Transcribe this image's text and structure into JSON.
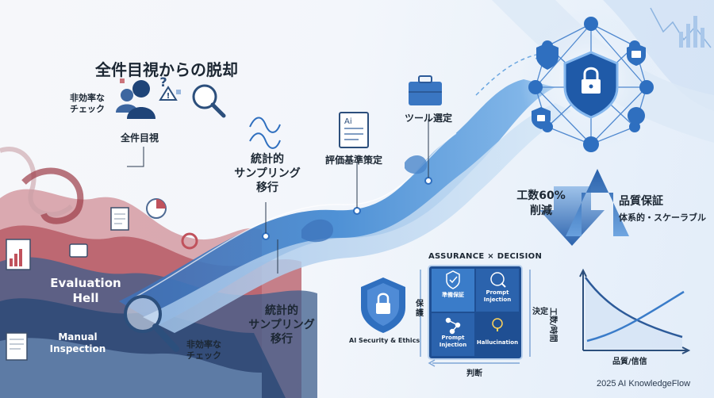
{
  "main_title": "全件目視からの脱却",
  "ineff_top": [
    "非効率な",
    "チェック"
  ],
  "full_inspection": "全件目視",
  "stat_sampling_1": [
    "統計的",
    "サンプリング",
    "移行"
  ],
  "eval_criteria": "評価基準策定",
  "tool_select": "ツール選定",
  "evaluation_hell": [
    "Evaluation",
    "Hell"
  ],
  "manual_inspection": [
    "Manual",
    "Inspection"
  ],
  "ineff_bottom": [
    "非効率な",
    "チェック"
  ],
  "stat_sampling_2": [
    "統計的",
    "サンプリング",
    "移行"
  ],
  "effort_reduction": [
    "工数60%",
    "削減"
  ],
  "quality_assurance": "品質保証",
  "systematic_scalable": "体系的・スケーラブル",
  "matrix": {
    "title": "ASSURANCE × DECISION",
    "left_label": "保護",
    "right_label": "決定",
    "bottom_label": "判断",
    "cells": [
      "準備保証",
      "Prompt Injection",
      "Prompt Injection",
      "Hallucination"
    ]
  },
  "ai_security": "AI Security & Ethics",
  "tradeoff": {
    "ylabel": "工数/時間",
    "xlabel": "品質/信信"
  },
  "footer": "2025 AI KnowledgeFlow",
  "colors": {
    "accent_blue": "#2f6fbf",
    "deep_blue": "#1f4f93",
    "hell_red": "#b5525c"
  }
}
